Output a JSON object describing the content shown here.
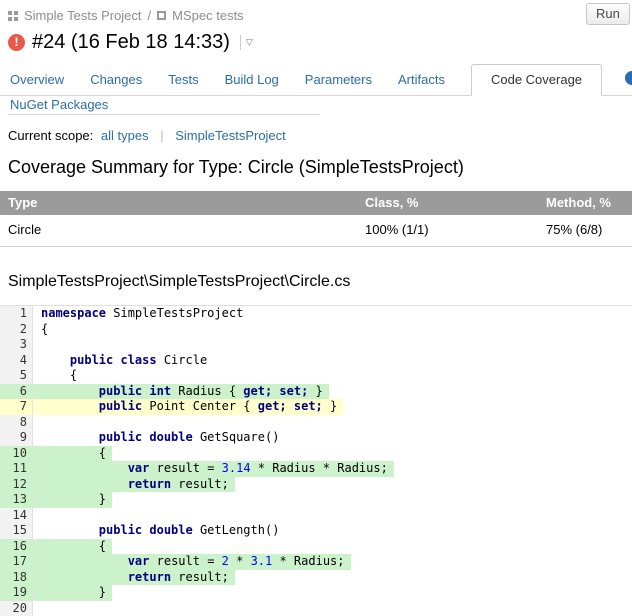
{
  "colors": {
    "link_blue": "#2c6da8",
    "covered_green": "#ccf2cc",
    "partial_yellow": "#ffffcc",
    "table_header_gray": "#9b9b9b",
    "error_red": "#e8594a",
    "keyword_navy": "#000080",
    "literal_blue": "#0000ff"
  },
  "icons": {
    "dropdown": "▽",
    "error_mark": "!"
  },
  "breadcrumb": {
    "project": "Simple Tests Project",
    "separator": "/",
    "build_type": "MSpec tests"
  },
  "toolbar": {
    "run_label": "Run",
    "more_label": "..."
  },
  "build": {
    "title": "#24 (16 Feb 18 14:33)"
  },
  "tabs": {
    "row1": [
      {
        "label": "Overview",
        "active": false
      },
      {
        "label": "Changes",
        "active": false
      },
      {
        "label": "Tests",
        "active": false
      },
      {
        "label": "Build Log",
        "active": false
      },
      {
        "label": "Parameters",
        "active": false
      },
      {
        "label": "Artifacts",
        "active": false
      },
      {
        "label": "Code Coverage",
        "active": true
      }
    ],
    "row2": [
      {
        "label": "NuGet Packages",
        "active": false
      }
    ]
  },
  "scope": {
    "label": "Current scope:",
    "links": [
      "all types",
      "SimpleTestsProject"
    ],
    "separator": "|"
  },
  "summary": {
    "heading": "Coverage Summary for Type: Circle (SimpleTestsProject)"
  },
  "coverage_table": {
    "columns": [
      "Type",
      "Class, %",
      "Method, %"
    ],
    "rows": [
      [
        "Circle",
        "100% (1/1)",
        "75% (6/8)"
      ]
    ]
  },
  "file": {
    "path": "SimpleTestsProject\\SimpleTestsProject\\Circle.cs"
  },
  "code": {
    "lines": [
      {
        "num": 1,
        "hl": null,
        "tokens": [
          {
            "k": "kw",
            "v": "namespace"
          },
          {
            "k": "p",
            "v": " SimpleTestsProject"
          }
        ]
      },
      {
        "num": 2,
        "hl": null,
        "tokens": [
          {
            "k": "p",
            "v": "{"
          }
        ]
      },
      {
        "num": 3,
        "hl": null,
        "tokens": []
      },
      {
        "num": 4,
        "hl": null,
        "tokens": [
          {
            "k": "p",
            "v": "    "
          },
          {
            "k": "kw",
            "v": "public class"
          },
          {
            "k": "p",
            "v": " Circle"
          }
        ]
      },
      {
        "num": 5,
        "hl": null,
        "tokens": [
          {
            "k": "p",
            "v": "    {"
          }
        ]
      },
      {
        "num": 6,
        "hl": "green",
        "tokens": [
          {
            "k": "p",
            "v": "        "
          },
          {
            "k": "kw",
            "v": "public int"
          },
          {
            "k": "p",
            "v": " Radius { "
          },
          {
            "k": "kw",
            "v": "get; set;"
          },
          {
            "k": "p",
            "v": " }"
          }
        ]
      },
      {
        "num": 7,
        "hl": "yellow",
        "tokens": [
          {
            "k": "p",
            "v": "        "
          },
          {
            "k": "kw",
            "v": "public"
          },
          {
            "k": "p",
            "v": " Point Center { "
          },
          {
            "k": "kw",
            "v": "get; set;"
          },
          {
            "k": "p",
            "v": " }"
          }
        ]
      },
      {
        "num": 8,
        "hl": null,
        "tokens": []
      },
      {
        "num": 9,
        "hl": null,
        "tokens": [
          {
            "k": "p",
            "v": "        "
          },
          {
            "k": "kw",
            "v": "public double"
          },
          {
            "k": "p",
            "v": " GetSquare()"
          }
        ]
      },
      {
        "num": 10,
        "hl": "green",
        "tokens": [
          {
            "k": "p",
            "v": "        {"
          }
        ]
      },
      {
        "num": 11,
        "hl": "green",
        "tokens": [
          {
            "k": "p",
            "v": "            "
          },
          {
            "k": "kw",
            "v": "var"
          },
          {
            "k": "p",
            "v": " result = "
          },
          {
            "k": "num",
            "v": "3.14"
          },
          {
            "k": "p",
            "v": " * Radius * Radius;"
          }
        ]
      },
      {
        "num": 12,
        "hl": "green",
        "tokens": [
          {
            "k": "p",
            "v": "            "
          },
          {
            "k": "kw",
            "v": "return"
          },
          {
            "k": "p",
            "v": " result;"
          }
        ]
      },
      {
        "num": 13,
        "hl": "green",
        "tokens": [
          {
            "k": "p",
            "v": "        }"
          }
        ]
      },
      {
        "num": 14,
        "hl": null,
        "tokens": []
      },
      {
        "num": 15,
        "hl": null,
        "tokens": [
          {
            "k": "p",
            "v": "        "
          },
          {
            "k": "kw",
            "v": "public double"
          },
          {
            "k": "p",
            "v": " GetLength()"
          }
        ]
      },
      {
        "num": 16,
        "hl": "green",
        "tokens": [
          {
            "k": "p",
            "v": "        {"
          }
        ]
      },
      {
        "num": 17,
        "hl": "green",
        "tokens": [
          {
            "k": "p",
            "v": "            "
          },
          {
            "k": "kw",
            "v": "var"
          },
          {
            "k": "p",
            "v": " result = "
          },
          {
            "k": "num",
            "v": "2"
          },
          {
            "k": "p",
            "v": " * "
          },
          {
            "k": "num",
            "v": "3.1"
          },
          {
            "k": "p",
            "v": " * Radius;"
          }
        ]
      },
      {
        "num": 18,
        "hl": "green",
        "tokens": [
          {
            "k": "p",
            "v": "            "
          },
          {
            "k": "kw",
            "v": "return"
          },
          {
            "k": "p",
            "v": " result;"
          }
        ]
      },
      {
        "num": 19,
        "hl": "green",
        "tokens": [
          {
            "k": "p",
            "v": "        }"
          }
        ]
      },
      {
        "num": 20,
        "hl": null,
        "tokens": []
      }
    ]
  }
}
